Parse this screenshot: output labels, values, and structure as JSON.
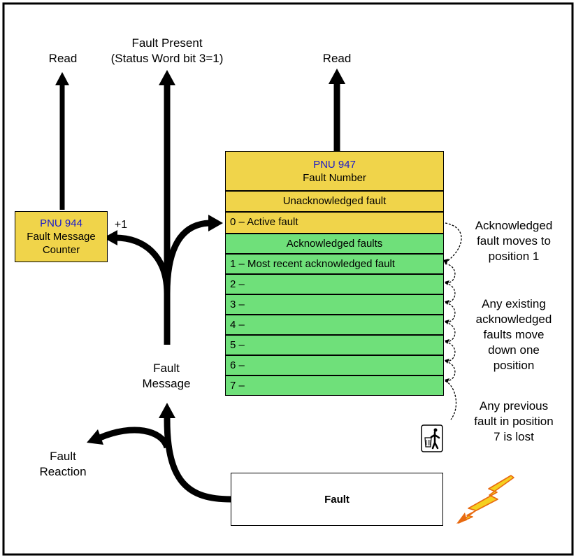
{
  "labels": {
    "read_left": "Read",
    "fault_present_line1": "Fault Present",
    "fault_present_line2": "(Status Word bit 3=1)",
    "read_right": "Read",
    "plus_one": "+1",
    "fault_message_line1": "Fault",
    "fault_message_line2": "Message",
    "fault_reaction_line1": "Fault",
    "fault_reaction_line2": "Reaction"
  },
  "counter_box": {
    "pnu": "PNU 944",
    "line1": "Fault Message",
    "line2": "Counter"
  },
  "fault_table": {
    "header_pnu": "PNU 947",
    "header_title": "Fault Number",
    "unack_header": "Unacknowledged fault",
    "active_row": "0 – Active fault",
    "ack_header": "Acknowledged faults",
    "rows": [
      "1 – Most recent acknowledged fault",
      "2 –",
      "3 –",
      "4 –",
      "5 –",
      "6 –",
      "7 –"
    ]
  },
  "notes": {
    "ack_moves": [
      "Acknowledged",
      "fault moves to",
      "position 1"
    ],
    "existing_move": [
      "Any existing",
      "acknowledged",
      "faults move",
      "down one",
      "position"
    ],
    "previous_lost": [
      "Any previous",
      "fault in position",
      "7 is lost"
    ]
  },
  "fault_box": {
    "label": "Fault"
  },
  "colors": {
    "yellow": "#f0d44a",
    "green": "#6fe07a",
    "pnu_blue": "#1a1acc",
    "lightning_fill": "#f5d020",
    "lightning_stroke": "#e86a10"
  }
}
